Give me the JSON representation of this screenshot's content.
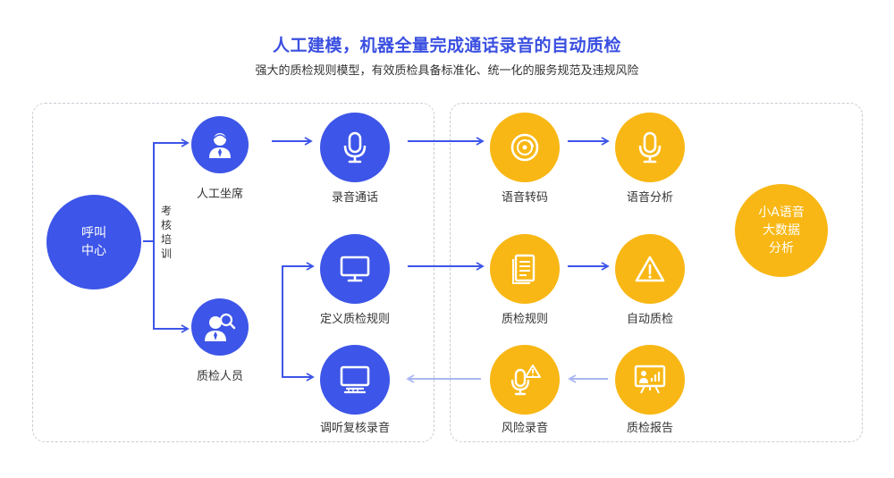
{
  "header": {
    "title": "人工建模，机器全量完成通话录音的自动质检",
    "subtitle": "强大的质检规则模型，有效质检具备标准化、统一化的服务规范及违规风险"
  },
  "nodes": {
    "call_center": {
      "line1": "呼叫",
      "line2": "中心",
      "icon": "none"
    },
    "agent": {
      "label": "人工坐席",
      "icon": "agent-person-icon"
    },
    "inspector": {
      "label": "质检人员",
      "icon": "person-magnifier-icon"
    },
    "record_call": {
      "label": "录音通话",
      "icon": "microphone-icon"
    },
    "define_rules": {
      "label": "定义质检规则",
      "icon": "monitor-icon"
    },
    "review_recording": {
      "label": "调听复核录音",
      "icon": "monitor-keyboard-icon"
    },
    "transcode": {
      "label": "语音转码",
      "icon": "disc-transcode-icon"
    },
    "voice_analysis": {
      "label": "语音分析",
      "icon": "microphone-icon"
    },
    "qc_rules": {
      "label": "质检规则",
      "icon": "document-icon"
    },
    "auto_qc": {
      "label": "自动质检",
      "icon": "warning-triangle-icon"
    },
    "risk_recording": {
      "label": "风险录音",
      "icon": "mic-alert-icon"
    },
    "qc_report": {
      "label": "质检报告",
      "icon": "presentation-chart-icon"
    },
    "big_data": {
      "line1": "小A语音",
      "line2": "大数据",
      "line3": "分析",
      "icon": "none"
    }
  },
  "branch_label": "考核培训",
  "colors": {
    "blue": "#3d55e8",
    "yellow": "#f8b714",
    "title": "#3a4fe0",
    "arrow_light": "#a9b6f2",
    "dashed_border": "#c8ccd4"
  }
}
